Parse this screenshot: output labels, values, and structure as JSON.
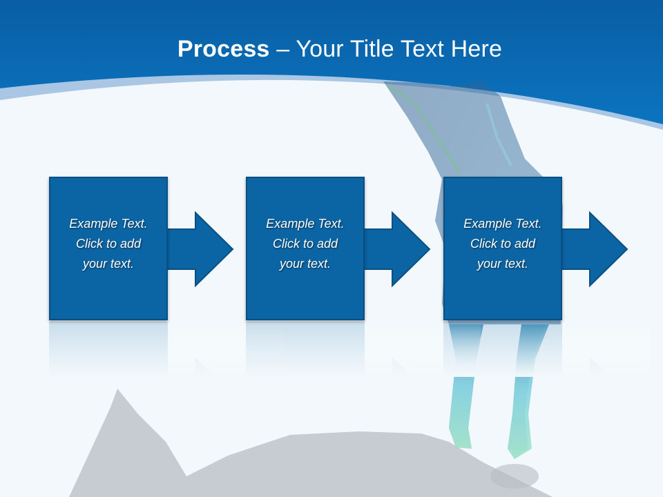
{
  "slide": {
    "title_bold": "Process",
    "title_rest": " – Your Title Text Here"
  },
  "colors": {
    "header_blue": "#0a6cb5",
    "box_blue": "#0b64a3",
    "background": "#f2f8fc",
    "shadow_gray": "#c5cbd1"
  },
  "steps": [
    {
      "line1": "Example Text.",
      "line2": "Click  to add",
      "line3": "your text."
    },
    {
      "line1": "Example Text.",
      "line2": "Click  to add",
      "line3": "your text."
    },
    {
      "line1": "Example Text.",
      "line2": "Click  to add",
      "line3": "your text."
    }
  ]
}
